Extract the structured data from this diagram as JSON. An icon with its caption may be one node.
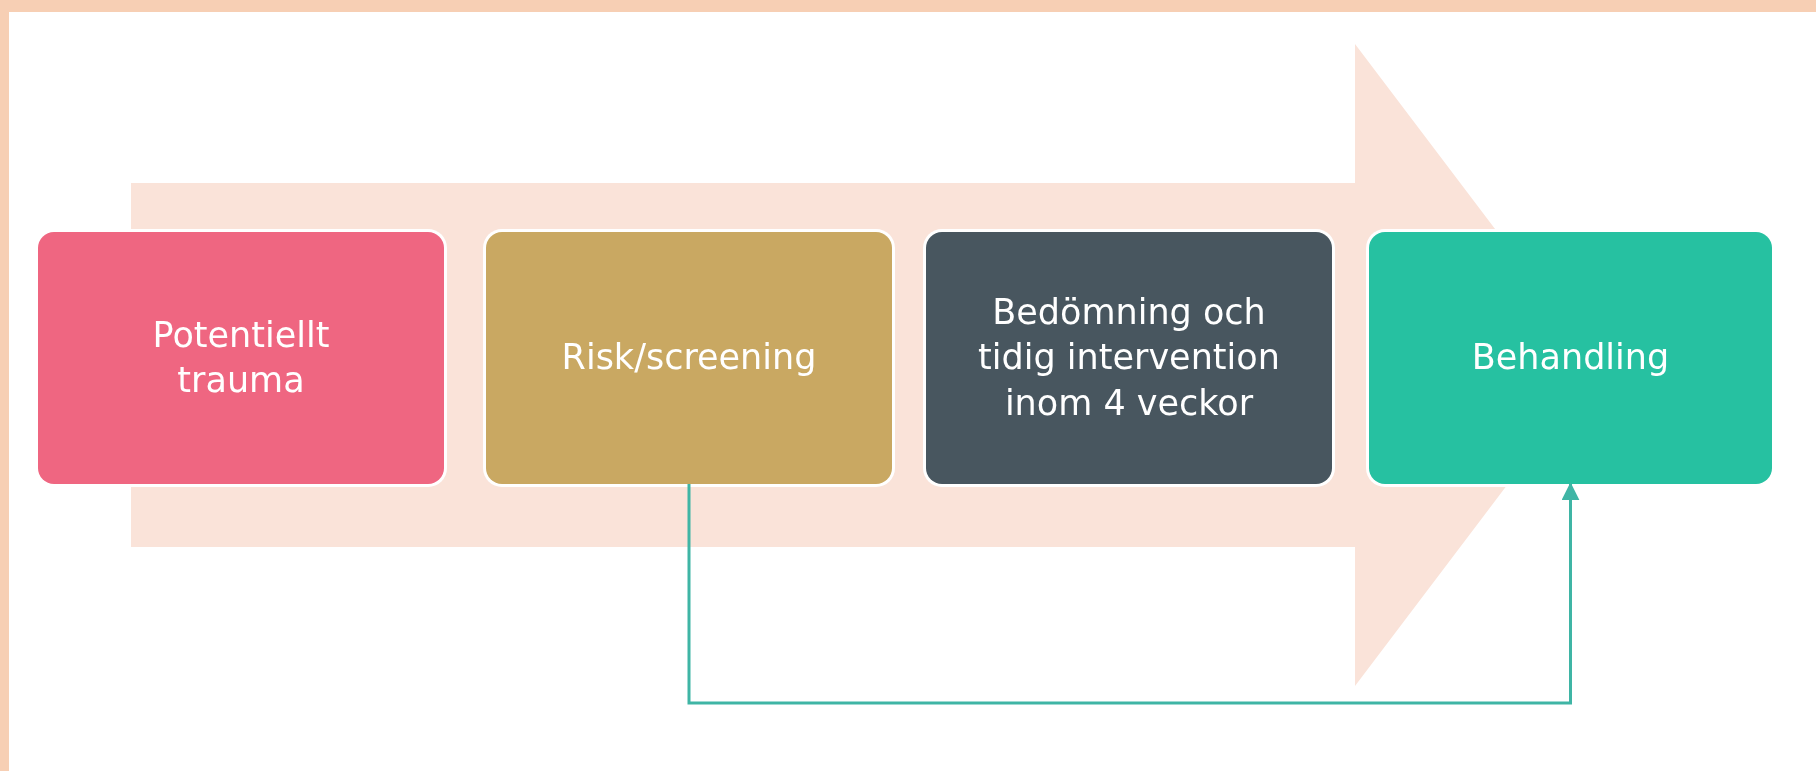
{
  "diagram": {
    "nodes": [
      {
        "text": [
          "Potentiellt trauma"
        ]
      },
      {
        "text": [
          "Risk/screening"
        ]
      },
      {
        "text": [
          "Bedömning och tidig intervention inom 4 veckor"
        ]
      },
      {
        "text": [
          "Behandling"
        ]
      }
    ],
    "edges": [
      {
        "from": 0,
        "to": 3,
        "arrow": "to",
        "style": "thick",
        "color": "#fae3d9"
      },
      {
        "from": 1,
        "to": 3,
        "arrow": "to",
        "color": "#3fb5a5"
      }
    ]
  }
}
